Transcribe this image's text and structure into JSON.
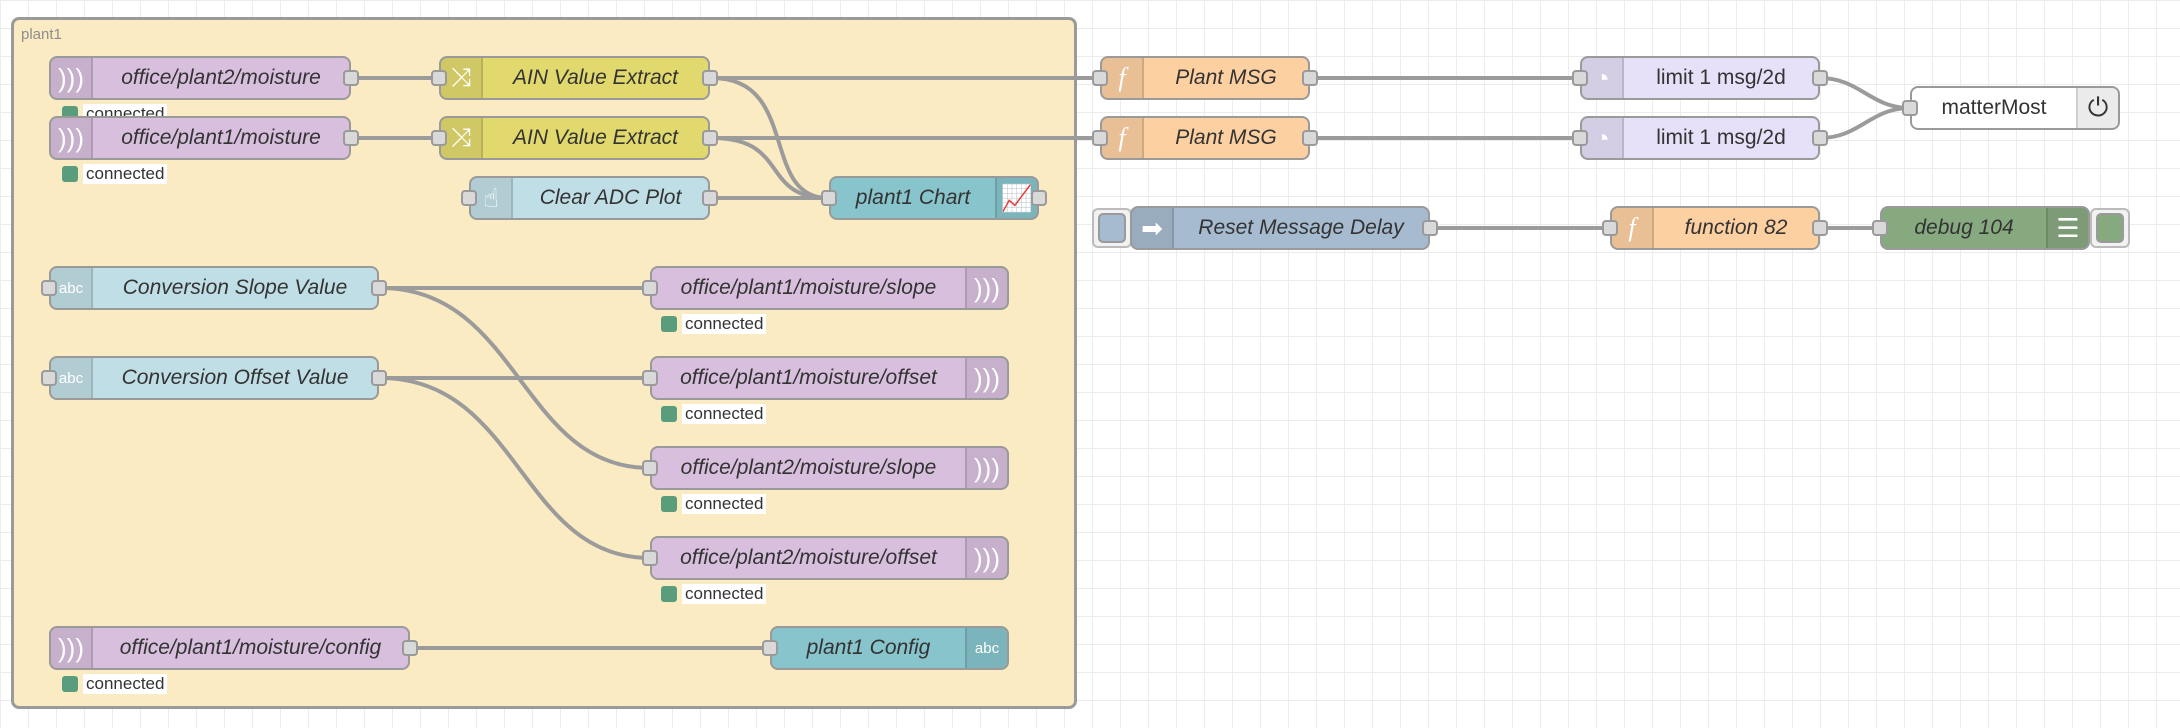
{
  "group": {
    "label": "plant1"
  },
  "status": {
    "connected": "connected",
    "color": "#5a9d7c"
  },
  "nodes": {
    "mqtt_in_plant2": "office/plant2/moisture",
    "mqtt_in_plant1": "office/plant1/moisture",
    "change_1": "AIN Value Extract",
    "change_2": "AIN Value Extract",
    "button_clear": "Clear ADC Plot",
    "chart": "plant1 Chart",
    "text_slope": "Conversion Slope Value",
    "text_offset": "Conversion Offset Value",
    "mqtt_out_p1_slope": "office/plant1/moisture/slope",
    "mqtt_out_p1_offset": "office/plant1/moisture/offset",
    "mqtt_out_p2_slope": "office/plant2/moisture/slope",
    "mqtt_out_p2_offset": "office/plant2/moisture/offset",
    "mqtt_in_config": "office/plant1/moisture/config",
    "config_text": "plant1 Config",
    "func_plant_1": "Plant MSG",
    "func_plant_2": "Plant MSG",
    "delay_1": "limit 1 msg/2d",
    "delay_2": "limit 1 msg/2d",
    "mattermost": "matterMost",
    "inject_reset": "Reset Message Delay",
    "func_82": "function 82",
    "debug_104": "debug 104"
  },
  "icons": {
    "mqtt": "radio-waves-icon",
    "change": "shuffle-icon",
    "button": "hand-pointer-icon",
    "chart": "line-chart-icon",
    "text": "abc-text-icon",
    "function": "function-f-icon",
    "delay": "timer-icon",
    "mattermost": "mattermost-icon",
    "inject": "arrow-right-icon",
    "debug": "list-icon"
  },
  "colors": {
    "mqtt": "#d7bfdd",
    "change": "#e2d96e",
    "ui_input": "#c0dee5",
    "ui_output": "#87c4cc",
    "function": "#fdd0a2",
    "delay": "#e6e0f8",
    "inject": "#a6bbcf",
    "debug": "#87a980",
    "group": "#fbebc3"
  }
}
